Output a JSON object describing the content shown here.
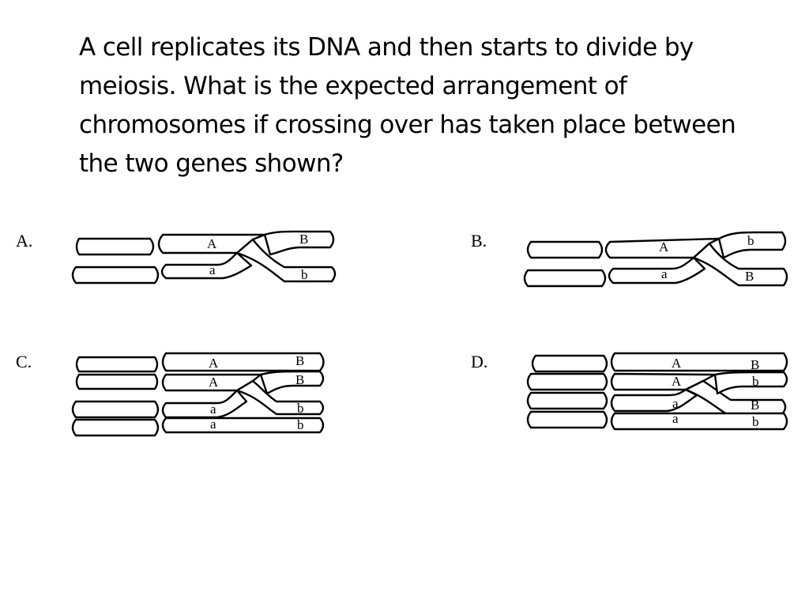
{
  "question": "A cell replicates its DNA and then starts to divide by meiosis. What is the expected arrangement of chromosomes if crossing over has taken place between the two genes shown?",
  "options": {
    "A": {
      "label": "A.",
      "gene_labels": {
        "top_a": "A",
        "top_b": "B",
        "bottom_a": "a",
        "bottom_b": "b"
      }
    },
    "B": {
      "label": "B.",
      "gene_labels": {
        "top_a": "A",
        "top_b": "b",
        "bottom_a": "a",
        "bottom_b": "B"
      }
    },
    "C": {
      "label": "C.",
      "gene_labels": {
        "row1_a": "A",
        "row1_b": "B",
        "row2_a": "A",
        "row2_b": "B",
        "row3_a": "a",
        "row3_b": "b",
        "row4_a": "a",
        "row4_b": "b"
      }
    },
    "D": {
      "label": "D.",
      "gene_labels": {
        "row1_a": "A",
        "row1_b": "B",
        "row2_a": "A",
        "row2_b": "b",
        "row3_a": "a",
        "row3_b": "B",
        "row4_a": "a",
        "row4_b": "b"
      }
    }
  }
}
